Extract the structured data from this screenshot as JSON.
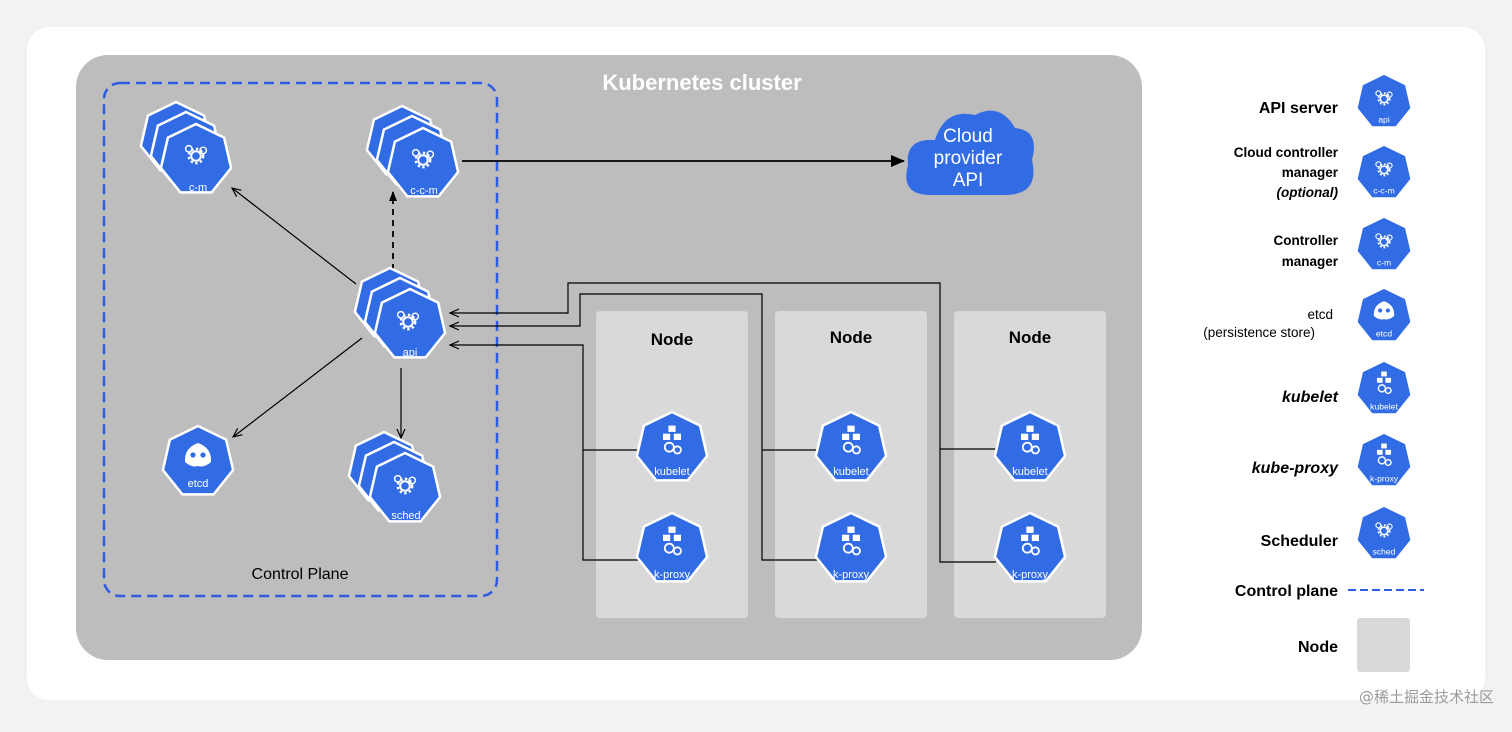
{
  "cluster": {
    "title": "Kubernetes cluster",
    "control_plane_label": "Control Plane",
    "components": {
      "cm": "c-m",
      "ccm": "c-c-m",
      "api": "api",
      "etcd": "etcd",
      "sched": "sched"
    },
    "cloud": {
      "line1": "Cloud",
      "line2": "provider",
      "line3": "API"
    },
    "nodes": [
      {
        "title": "Node",
        "kubelet": "kubelet",
        "proxy": "k-proxy"
      },
      {
        "title": "Node",
        "kubelet": "kubelet",
        "proxy": "k-proxy"
      },
      {
        "title": "Node",
        "kubelet": "kubelet",
        "proxy": "k-proxy"
      }
    ]
  },
  "legend": {
    "api_server": "API server",
    "ccm_line1": "Cloud controller",
    "ccm_line2": "manager",
    "ccm_line3": "(optional)",
    "cm_line1": "Controller",
    "cm_line2": "manager",
    "etcd_line1": "etcd",
    "etcd_line2": "(persistence store)",
    "kubelet": "kubelet",
    "kube_proxy": "kube-proxy",
    "scheduler": "Scheduler",
    "control_plane": "Control plane",
    "node": "Node",
    "icons": {
      "api": "api",
      "ccm": "c-c-m",
      "cm": "c-m",
      "etcd": "etcd",
      "kubelet": "kubelet",
      "proxy": "k-proxy",
      "sched": "sched"
    }
  },
  "watermark": "@稀土掘金技术社区",
  "colors": {
    "k8s_blue": "#326CE5",
    "cluster_bg": "#bdbdbd",
    "node_bg": "#d9d9d9",
    "dash": "#2E5BE0"
  }
}
